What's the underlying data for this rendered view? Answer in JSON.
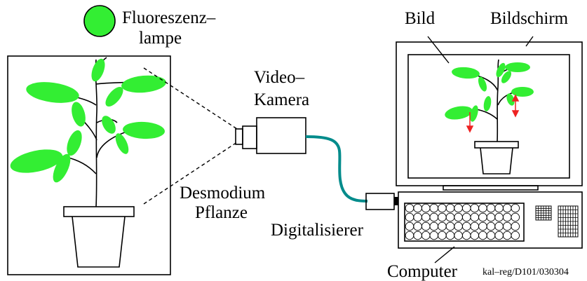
{
  "labels": {
    "lamp_line1": "Fluoreszenz–",
    "lamp_line2": "lampe",
    "camera_line1": "Video–",
    "camera_line2": "Kamera",
    "plant_line1": "Desmodium",
    "plant_line2": "Pflanze",
    "digitizer": "Digitalisierer",
    "computer": "Computer",
    "image": "Bild",
    "screen": "Bildschirm",
    "reference": "kal–reg/D101/030304"
  },
  "colors": {
    "leaf": "#33ee33",
    "cable": "#008b8b",
    "arrow": "#ee2222",
    "stroke": "#000000"
  }
}
